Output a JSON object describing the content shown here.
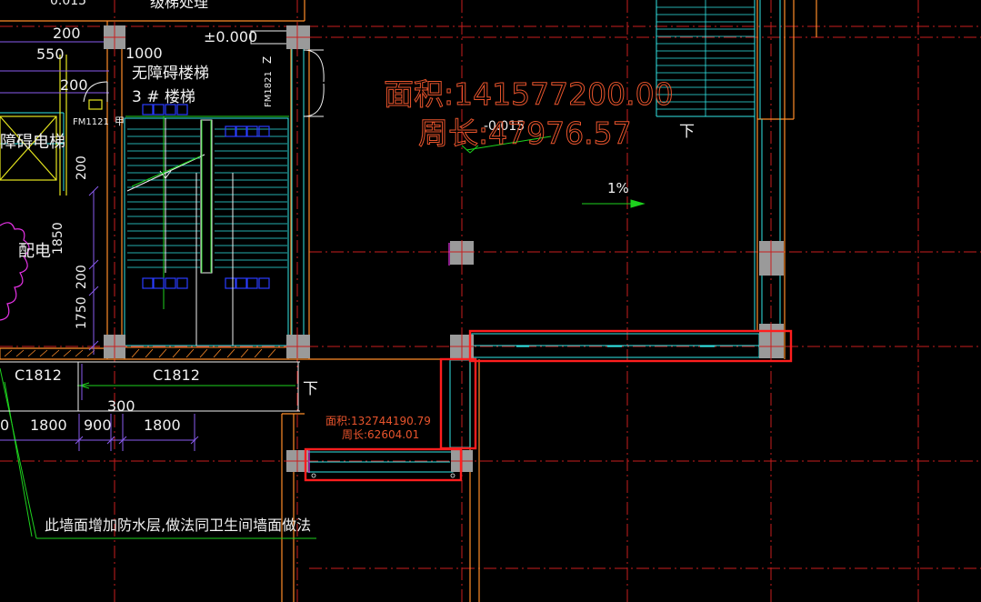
{
  "colors": {
    "background": "#000000",
    "axis": "#c81e1e",
    "wall_orange": "#ff8c28",
    "cyan": "#32e6e6",
    "white": "#f0f0f0",
    "blue": "#2a3cff",
    "green": "#1ed21e",
    "magenta": "#e632e6",
    "yellow": "#e6e61e",
    "purple": "#8a5cf0",
    "column_gray": "#9a9a9a",
    "highlight_red": "#ff1e1e",
    "area_text": "#e8542c"
  },
  "labels": {
    "top_left_partial": "0.015",
    "top_stair_note": "级梯处理",
    "dim_200_top": "200",
    "dim_550": "550",
    "dim_200_mid": "200",
    "dim_1000": "1000",
    "level_0000": "±0.000",
    "stair_name_1": "无障碍楼梯",
    "stair_name_2": "3 # 楼梯",
    "door_fm1821": "FM1821",
    "door_fm1121": "FM1121",
    "door_jia": "甲",
    "elevator_label": "障碍电梯",
    "dim_200_side": "200",
    "dim_1850": "1850",
    "dim_200_lower": "200",
    "dim_1750": "1750",
    "room_peidian": "配电",
    "window_c1812_a": "C1812",
    "window_c1812_b": "C1812",
    "dim_300": "300",
    "dim_1800_a": "1800",
    "dim_900": "900",
    "dim_1800_b": "1800",
    "dim_0_partial": "0",
    "down_label_1": "下",
    "down_label_2": "下",
    "slope": "1%",
    "level_minus": "-0.015",
    "note_waterproof": "此墙面增加防水层,做法同卫生间墙面做法",
    "z_mark": "Z"
  },
  "area_big": {
    "area": "面积:141577200.00",
    "perimeter": "周长:47976.57"
  },
  "area_small": {
    "area": "面积:132744190.79",
    "perimeter": "周长:62604.01"
  }
}
